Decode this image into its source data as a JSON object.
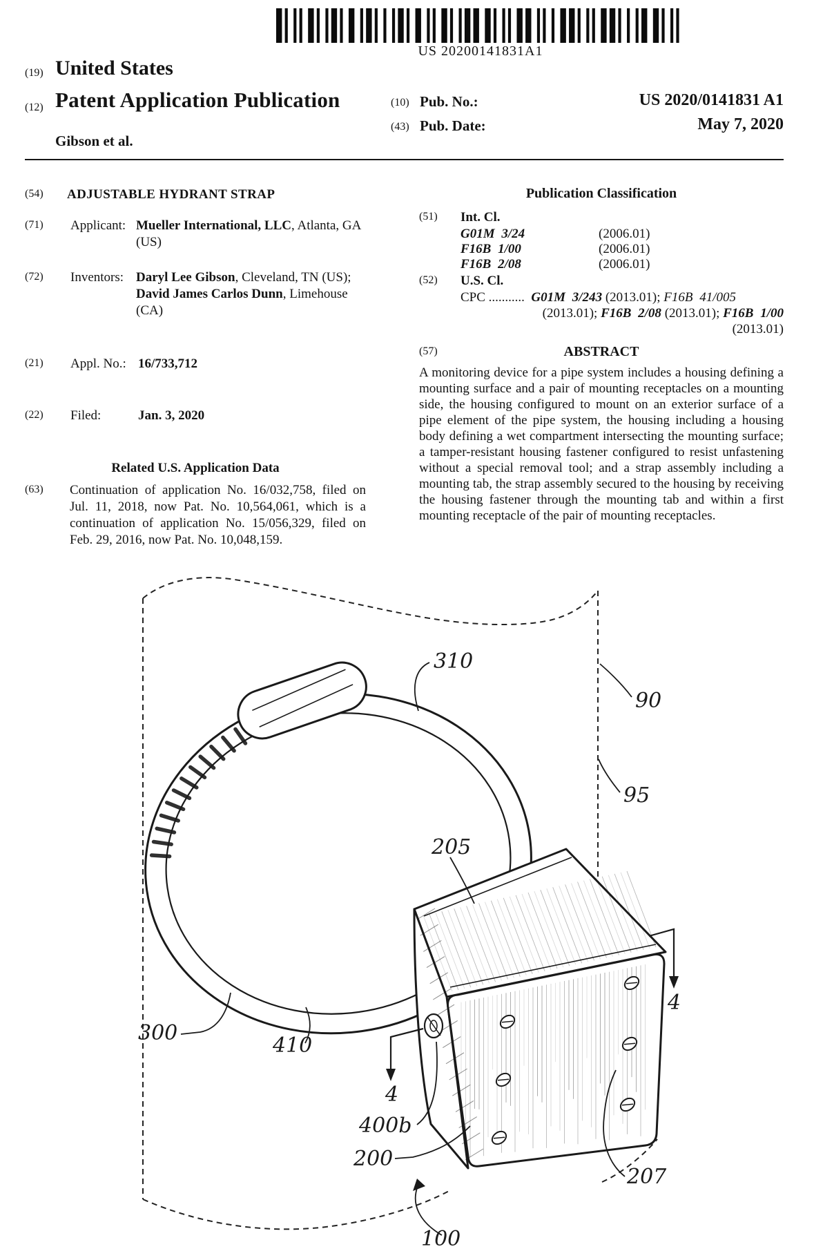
{
  "barcode": {
    "text": "US 20200141831A1"
  },
  "header": {
    "country_num": "(19)",
    "country": "United States",
    "type_num": "(12)",
    "type": "Patent Application Publication",
    "authors": "Gibson et al.",
    "pub_no_num": "(10)",
    "pub_no_label": "Pub. No.:",
    "pub_no_value": "US 2020/0141831 A1",
    "pub_date_num": "(43)",
    "pub_date_label": "Pub. Date:",
    "pub_date_value": "May 7, 2020"
  },
  "left_col": {
    "title_num": "(54)",
    "title": "ADJUSTABLE HYDRANT STRAP",
    "applicant_num": "(71)",
    "applicant_label": "Applicant:",
    "applicant_bold": "Mueller International, LLC",
    "applicant_rest": ", Atlanta, GA (US)",
    "inventors_num": "(72)",
    "inventors_label": "Inventors:",
    "inventor1_bold": "Daryl Lee Gibson",
    "inventor1_rest": ", Cleveland, TN (US); ",
    "inventor2_bold": "David James Carlos Dunn",
    "inventor2_rest": ", Limehouse (CA)",
    "appl_num": "(21)",
    "appl_label": "Appl. No.:",
    "appl_value": "16/733,712",
    "filed_num": "(22)",
    "filed_label": "Filed:",
    "filed_value": "Jan. 3, 2020",
    "related_heading": "Related U.S. Application Data",
    "related_num": "(63)",
    "related_text": "Continuation of application No. 16/032,758, filed on Jul. 11, 2018, now Pat. No. 10,564,061, which is a continuation of application No. 15/056,329, filed on Feb. 29, 2016, now Pat. No. 10,048,159."
  },
  "right_col": {
    "pub_class_heading": "Publication Classification",
    "intcl_num": "(51)",
    "intcl_label": "Int. Cl.",
    "intcl_rows": [
      {
        "code": "G01M 3/24",
        "ver": "(2006.01)"
      },
      {
        "code": "F16B 1/00",
        "ver": "(2006.01)"
      },
      {
        "code": "F16B 2/08",
        "ver": "(2006.01)"
      }
    ],
    "uscl_num": "(52)",
    "uscl_label": "U.S. Cl.",
    "cpc_prefix": "CPC ...........",
    "cpc_c1": "G01M 3/243",
    "cpc_m1": " (2013.01); ",
    "cpc_c2": "F16B 41/005",
    "cpc_m2": "(2013.01); ",
    "cpc_c3": "F16B 2/08",
    "cpc_m3": " (2013.01); ",
    "cpc_c4": "F16B 1/00",
    "cpc_tail": "(2013.01)",
    "abstract_num": "(57)",
    "abstract_heading": "ABSTRACT",
    "abstract_text": "A monitoring device for a pipe system includes a housing defining a mounting surface and a pair of mounting receptacles on a mounting side, the housing configured to mount on an exterior surface of a pipe element of the pipe system, the housing including a housing body defining a wet compartment intersecting the mounting surface; a tamper-resistant housing fastener configured to resist unfastening without a special removal tool; and a strap assembly including a mounting tab, the strap assembly secured to the housing by receiving the housing fastener through the mounting tab and within a first mounting receptacle of the pair of mounting receptacles."
  },
  "figure": {
    "ref_310": "310",
    "ref_90": "90",
    "ref_95": "95",
    "ref_205": "205",
    "ref_300": "300",
    "ref_410": "410",
    "ref_4": "4",
    "ref_400b": "400b",
    "ref_200": "200",
    "ref_207": "207",
    "ref_100": "100"
  }
}
